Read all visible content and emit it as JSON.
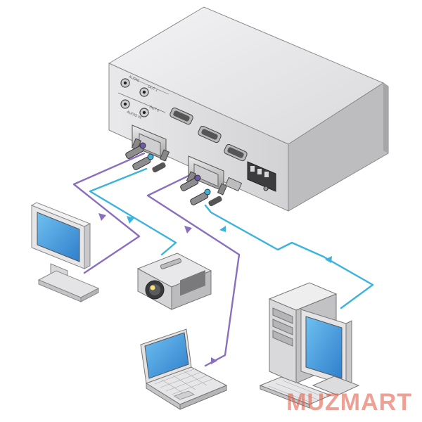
{
  "device": {
    "panel_labels": [
      "AUDIO",
      "OUT 1",
      "OUT 2",
      "AUDIO IN"
    ]
  },
  "colors": {
    "cable_purple": "#8a6fbf",
    "cable_cyan": "#3bb3dc",
    "device_body": "#e4e4e6",
    "screen_blue": "#3a8fd8"
  },
  "icons": [
    "monitor-icon",
    "projector-icon",
    "laptop-icon",
    "desktop-computer-icon"
  ],
  "watermark": "MUZMART"
}
